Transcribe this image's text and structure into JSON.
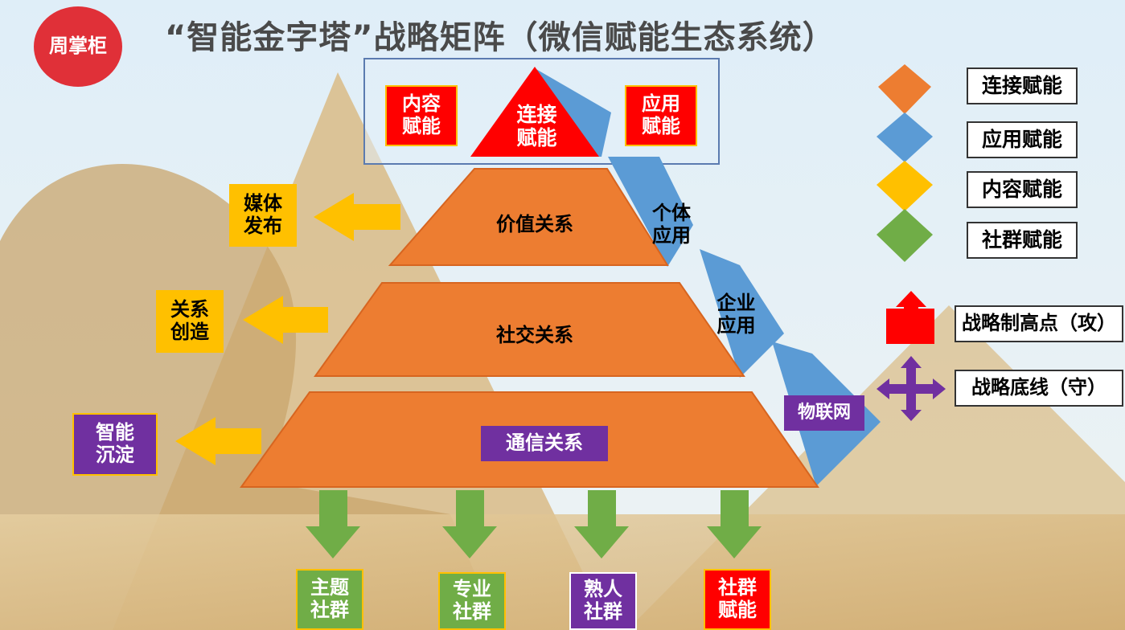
{
  "title": "“智能金字塔”战略矩阵（微信赋能生态系统）",
  "brand": "周掌柜",
  "apex": {
    "label": "连接\n赋能",
    "left_box": "内容\n赋能",
    "right_box": "应用\n赋能"
  },
  "layers": [
    {
      "label": "价值关系",
      "side": "个体\n应用"
    },
    {
      "label": "社交关系",
      "side": "企业\n应用"
    },
    {
      "label": "通信关系",
      "side": "物联网"
    }
  ],
  "left_outputs": [
    "媒体\n发布",
    "关系\n创造",
    "智能\n沉淀"
  ],
  "bottom_outputs": [
    "主题\n社群",
    "专业\n社群",
    "熟人\n社群",
    "社群\n赋能"
  ],
  "legend": [
    {
      "label": "连接赋能",
      "shape": "orange-diamond",
      "color": "#ed7d31"
    },
    {
      "label": "应用赋能",
      "shape": "blue-diamond",
      "color": "#5b9bd5"
    },
    {
      "label": "内容赋能",
      "shape": "yellow-diamond",
      "color": "#ffc000"
    },
    {
      "label": "社群赋能",
      "shape": "green-diamond",
      "color": "#70ad47"
    },
    {
      "label": "战略制高点（攻）",
      "shape": "red-up-arrow",
      "color": "#ff0000"
    },
    {
      "label": "战略底线（守）",
      "shape": "purple-four-way-arrow",
      "color": "#7030a0"
    }
  ],
  "colors": {
    "orange": "#ed7d31",
    "blue": "#5b9bd5",
    "yellow": "#ffc000",
    "green": "#70ad47",
    "red": "#ff0000",
    "purple": "#7030a0",
    "brand": "#e03038"
  }
}
